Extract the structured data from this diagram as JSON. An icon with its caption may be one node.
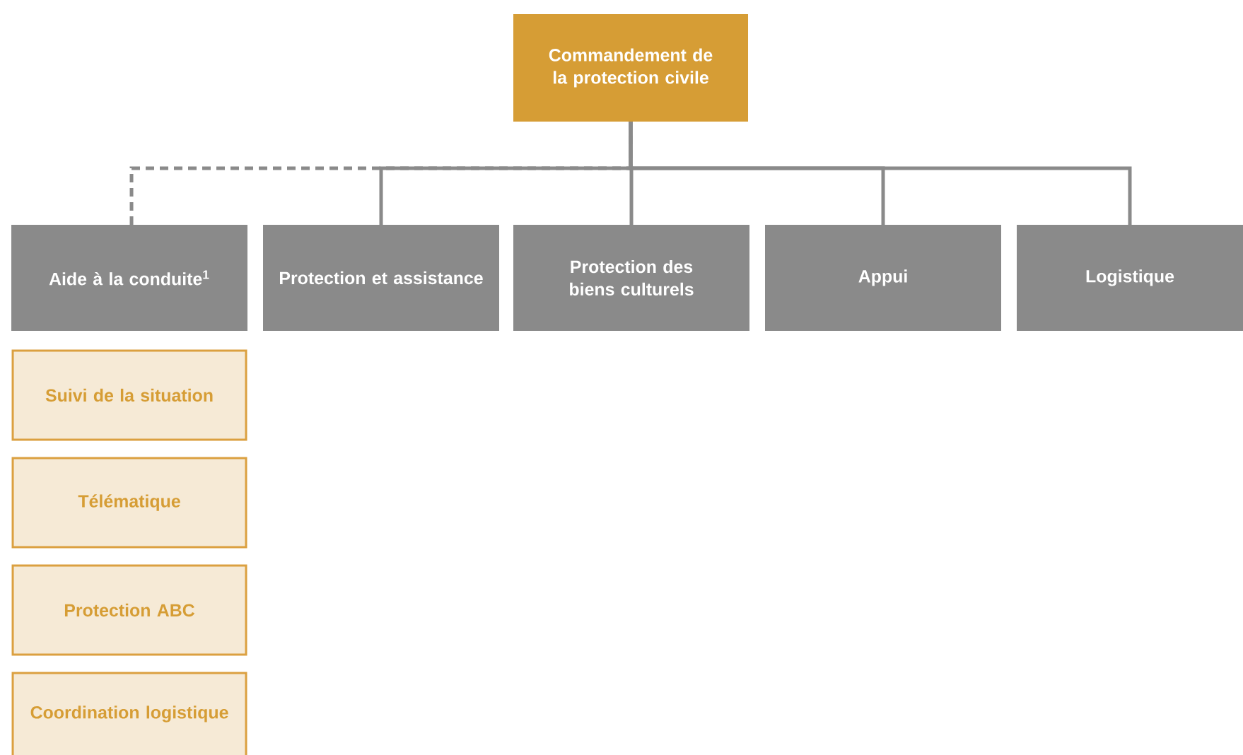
{
  "diagram": {
    "nodes": [
      {
        "text": [
          "Commandement de la protection civile"
        ]
      },
      {
        "text": [
          "Aide à la conduite$^{1}$"
        ]
      },
      {
        "text": [
          "Protection et assistance"
        ]
      },
      {
        "text": [
          "Protection des biens culturels"
        ]
      },
      {
        "text": [
          "Appui"
        ]
      },
      {
        "text": [
          "Logistique"
        ]
      },
      {
        "text": [
          "Suivi de la situation"
        ]
      },
      {
        "text": [
          "Télématique"
        ]
      },
      {
        "text": [
          "Protection ABC"
        ]
      },
      {
        "text": [
          "Coordination logistique"
        ]
      }
    ],
    "edges": [
      {
        "from": 0,
        "to": 1,
        "arrow": "none",
        "style": "dashed"
      },
      {
        "from": 0,
        "to": 2,
        "arrow": "none"
      },
      {
        "from": 0,
        "to": 3,
        "arrow": "none"
      },
      {
        "from": 0,
        "to": 4,
        "arrow": "none"
      },
      {
        "from": 0,
        "to": 5,
        "arrow": "none"
      }
    ]
  }
}
